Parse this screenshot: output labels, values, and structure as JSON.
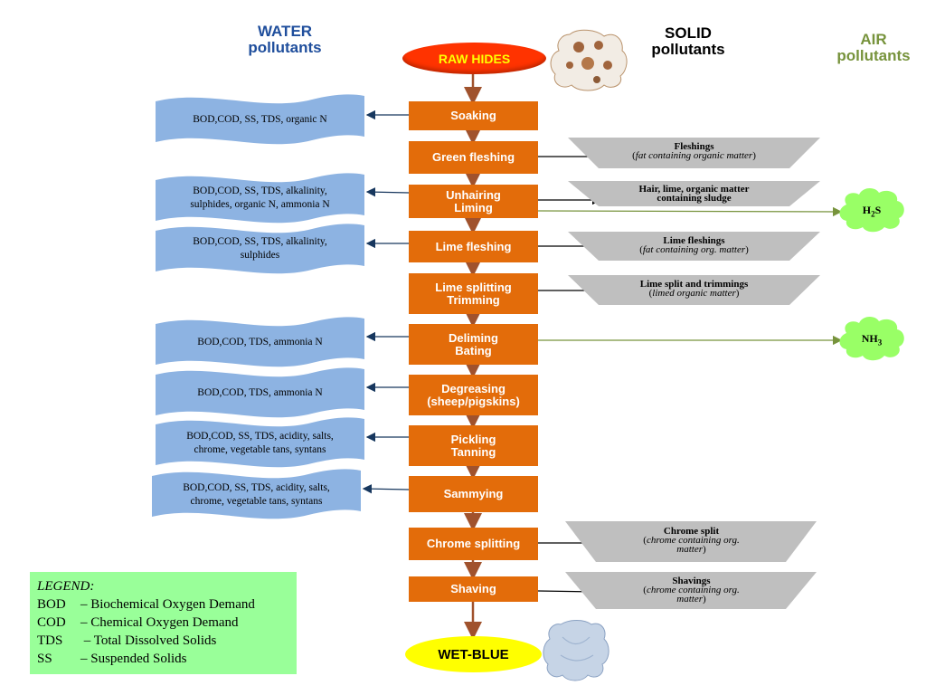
{
  "headers": {
    "water_line1": "WATER",
    "water_line2": "pollutants",
    "solid_line1": "SOLID",
    "solid_line2": "pollutants",
    "air_line1": "AIR",
    "air_line2": "pollutants"
  },
  "start": "RAW HIDES",
  "end": "WET-BLUE",
  "steps": [
    {
      "line1": "Soaking",
      "line2": ""
    },
    {
      "line1": "Green fleshing",
      "line2": ""
    },
    {
      "line1": "Unhairing",
      "line2": "Liming"
    },
    {
      "line1": "Lime fleshing",
      "line2": ""
    },
    {
      "line1": "Lime splitting",
      "line2": "Trimming"
    },
    {
      "line1": "Deliming",
      "line2": "Bating"
    },
    {
      "line1": "Degreasing",
      "line2": "(sheep/pigskins)"
    },
    {
      "line1": "Pickling",
      "line2": "Tanning"
    },
    {
      "line1": "Sammying",
      "line2": ""
    },
    {
      "line1": "Chrome splitting",
      "line2": ""
    },
    {
      "line1": "Shaving",
      "line2": ""
    }
  ],
  "water": [
    {
      "line1": "BOD,COD, SS, TDS, organic N",
      "line2": ""
    },
    {
      "line1": "BOD,COD, SS, TDS, alkalinity,",
      "line2": "sulphides,  organic N, ammonia N"
    },
    {
      "line1": "BOD,COD, SS, TDS, alkalinity,",
      "line2": "sulphides"
    },
    {
      "line1": "BOD,COD, TDS, ammonia N",
      "line2": ""
    },
    {
      "line1": "BOD,COD, TDS, ammonia N",
      "line2": ""
    },
    {
      "line1": "BOD,COD, SS, TDS, acidity, salts,",
      "line2": "chrome, vegetable tans, syntans"
    },
    {
      "line1": "BOD,COD, SS, TDS, acidity, salts,",
      "line2": "chrome, vegetable tans, syntans"
    }
  ],
  "solid": [
    {
      "title": "Fleshings",
      "title2": "",
      "detail_pre": "(",
      "detail": "fat containing organic matter",
      "detail2": "",
      "detail_post": ")"
    },
    {
      "title": "Hair, lime, organic matter",
      "title2": "containing sludge",
      "detail_pre": "",
      "detail": "",
      "detail2": "",
      "detail_post": ""
    },
    {
      "title": "Lime fleshings",
      "title2": "",
      "detail_pre": "(",
      "detail": "fat containing org. matter",
      "detail2": "",
      "detail_post": ")"
    },
    {
      "title": "Lime split and trimmings",
      "title2": "",
      "detail_pre": "(",
      "detail": "limed organic matter",
      "detail2": "",
      "detail_post": ")"
    },
    {
      "title": "Chrome split",
      "title2": "",
      "detail_pre": "(",
      "detail": "chrome containing org.",
      "detail2": "matter",
      "detail_post": ")"
    },
    {
      "title": "Shavings",
      "title2": "",
      "detail_pre": "(",
      "detail": "chrome containing org.",
      "detail2": "matter",
      "detail_post": ")"
    }
  ],
  "air": [
    {
      "base": "H",
      "sub": "2",
      "tail": "S"
    },
    {
      "base": "NH",
      "sub": "3",
      "tail": ""
    }
  ],
  "legend": {
    "title": "LEGEND:",
    "items": [
      {
        "abbr": "BOD",
        "text": "– Biochemical Oxygen Demand"
      },
      {
        "abbr": "COD",
        "text": "– Chemical Oxygen Demand"
      },
      {
        "abbr": "TDS",
        "text": " – Total Dissolved Solids"
      },
      {
        "abbr": "SS",
        "text": "– Suspended Solids"
      }
    ]
  },
  "colors": {
    "step": "#e36c0a",
    "start": "#ff3300",
    "start_text": "#ffff00",
    "end": "#ffff00",
    "water_header": "#1f4e9c",
    "air_header": "#77933c",
    "water_banner": "#8db3e2",
    "solid_trapezoid": "#bfbfbf",
    "cloud": "#99ff66",
    "legend_bg": "#99ff99",
    "arrow_main": "#a0522d",
    "arrow_water": "#17375e",
    "arrow_air": "#77933c"
  },
  "icons": [
    "raw-hide-icon",
    "wet-blue-hide-icon"
  ]
}
